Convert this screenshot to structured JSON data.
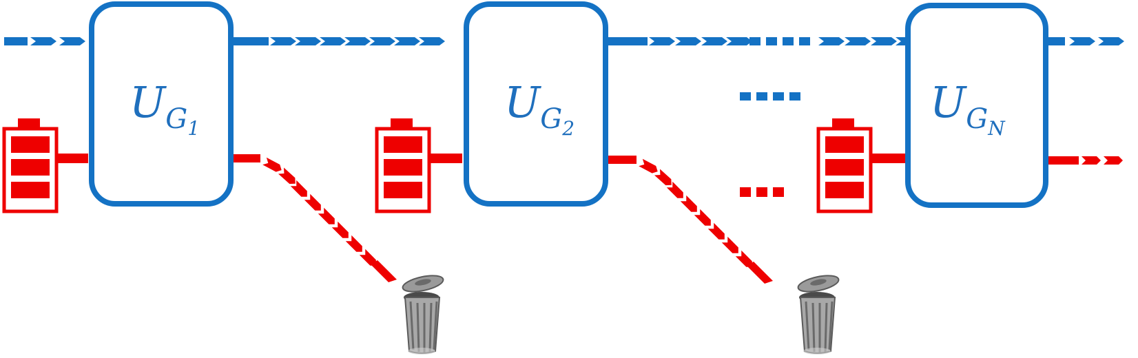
{
  "colors": {
    "quantum": "#1472c4",
    "ancilla": "#ee0000",
    "bin": "#8a8a8a",
    "background": "#ffffff"
  },
  "gates": [
    {
      "base": "U",
      "sub": "G",
      "index": "1"
    },
    {
      "base": "U",
      "sub": "G",
      "index": "2"
    },
    {
      "base": "U",
      "sub": "G",
      "index": "N"
    }
  ],
  "icons": [
    "battery-icon",
    "trash-bin-icon",
    "ellipsis-icon"
  ]
}
